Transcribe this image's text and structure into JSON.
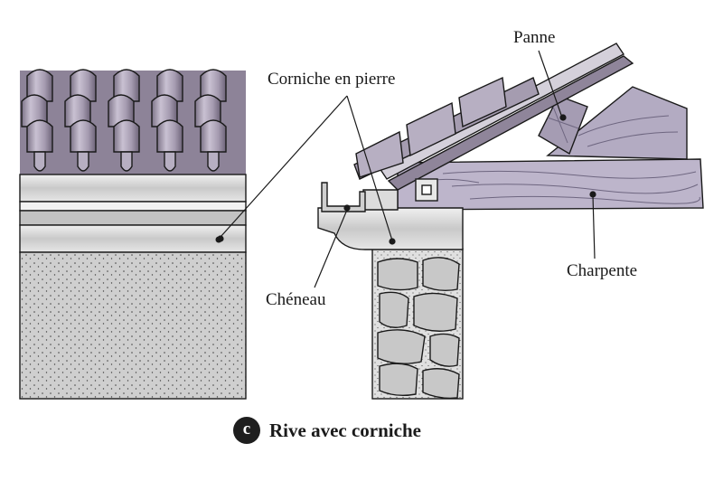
{
  "labels": {
    "corniche": "Corniche en pierre",
    "panne": "Panne",
    "charpente": "Charpente",
    "cheneau": "Chéneau"
  },
  "caption": {
    "letter": "c",
    "title": "Rive avec corniche"
  },
  "colors": {
    "tile": "#a79cb0",
    "tile_dark": "#6f6577",
    "timber": "#b9b1c8",
    "timber_grain": "#6e6680",
    "stone": "#d2d2d2",
    "masonry_fill": "#e2e2e2",
    "wall_stucco": "#cfcfcf",
    "outline": "#1a1a1a"
  }
}
